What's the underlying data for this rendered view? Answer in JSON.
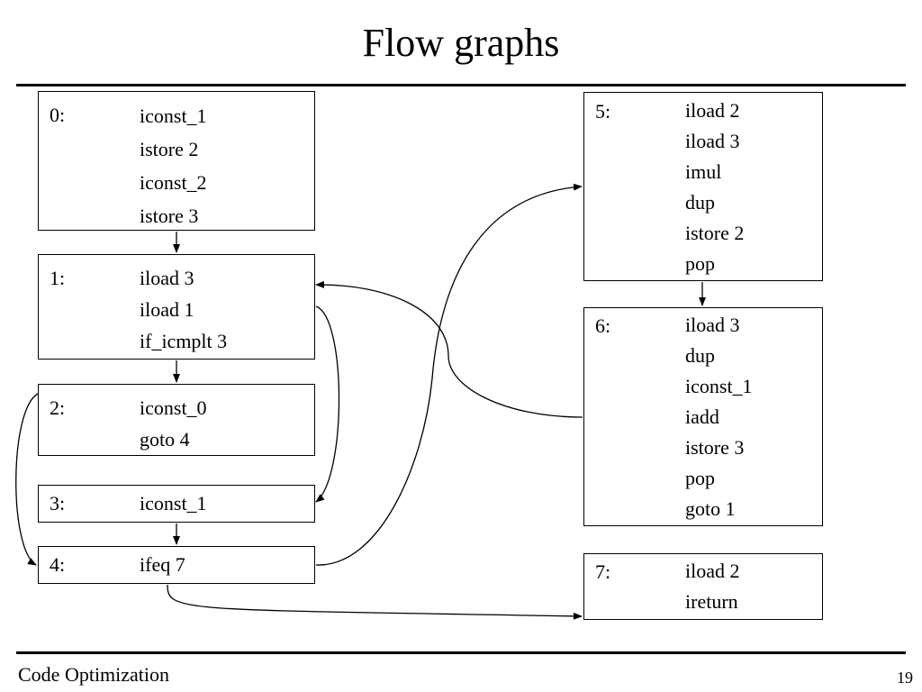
{
  "slide": {
    "title": "Flow graphs",
    "footer_text": "Code Optimization",
    "page_number": "19"
  },
  "blocks": [
    {
      "id": "0",
      "label": "0:",
      "instructions": [
        "iconst_1",
        "istore 2",
        "iconst_2",
        "istore 3"
      ]
    },
    {
      "id": "1",
      "label": "1:",
      "instructions": [
        "iload 3",
        "iload 1",
        "if_icmplt 3"
      ]
    },
    {
      "id": "2",
      "label": "2:",
      "instructions": [
        "iconst_0",
        "goto 4"
      ]
    },
    {
      "id": "3",
      "label": "3:",
      "instructions": [
        "iconst_1"
      ]
    },
    {
      "id": "4",
      "label": "4:",
      "instructions": [
        "ifeq 7"
      ]
    },
    {
      "id": "5",
      "label": "5:",
      "instructions": [
        "iload 2",
        "iload 3",
        "imul",
        "dup",
        "istore 2",
        "pop"
      ]
    },
    {
      "id": "6",
      "label": "6:",
      "instructions": [
        "iload 3",
        "dup",
        "iconst_1",
        "iadd",
        "istore 3",
        "pop",
        "goto 1"
      ]
    },
    {
      "id": "7",
      "label": "7:",
      "instructions": [
        "iload 2",
        "ireturn"
      ]
    }
  ],
  "edges": [
    {
      "from": "0",
      "to": "1"
    },
    {
      "from": "1",
      "to": "2"
    },
    {
      "from": "1",
      "to": "3"
    },
    {
      "from": "2",
      "to": "4"
    },
    {
      "from": "3",
      "to": "4"
    },
    {
      "from": "4",
      "to": "5"
    },
    {
      "from": "4",
      "to": "7"
    },
    {
      "from": "5",
      "to": "6"
    },
    {
      "from": "6",
      "to": "1"
    }
  ]
}
